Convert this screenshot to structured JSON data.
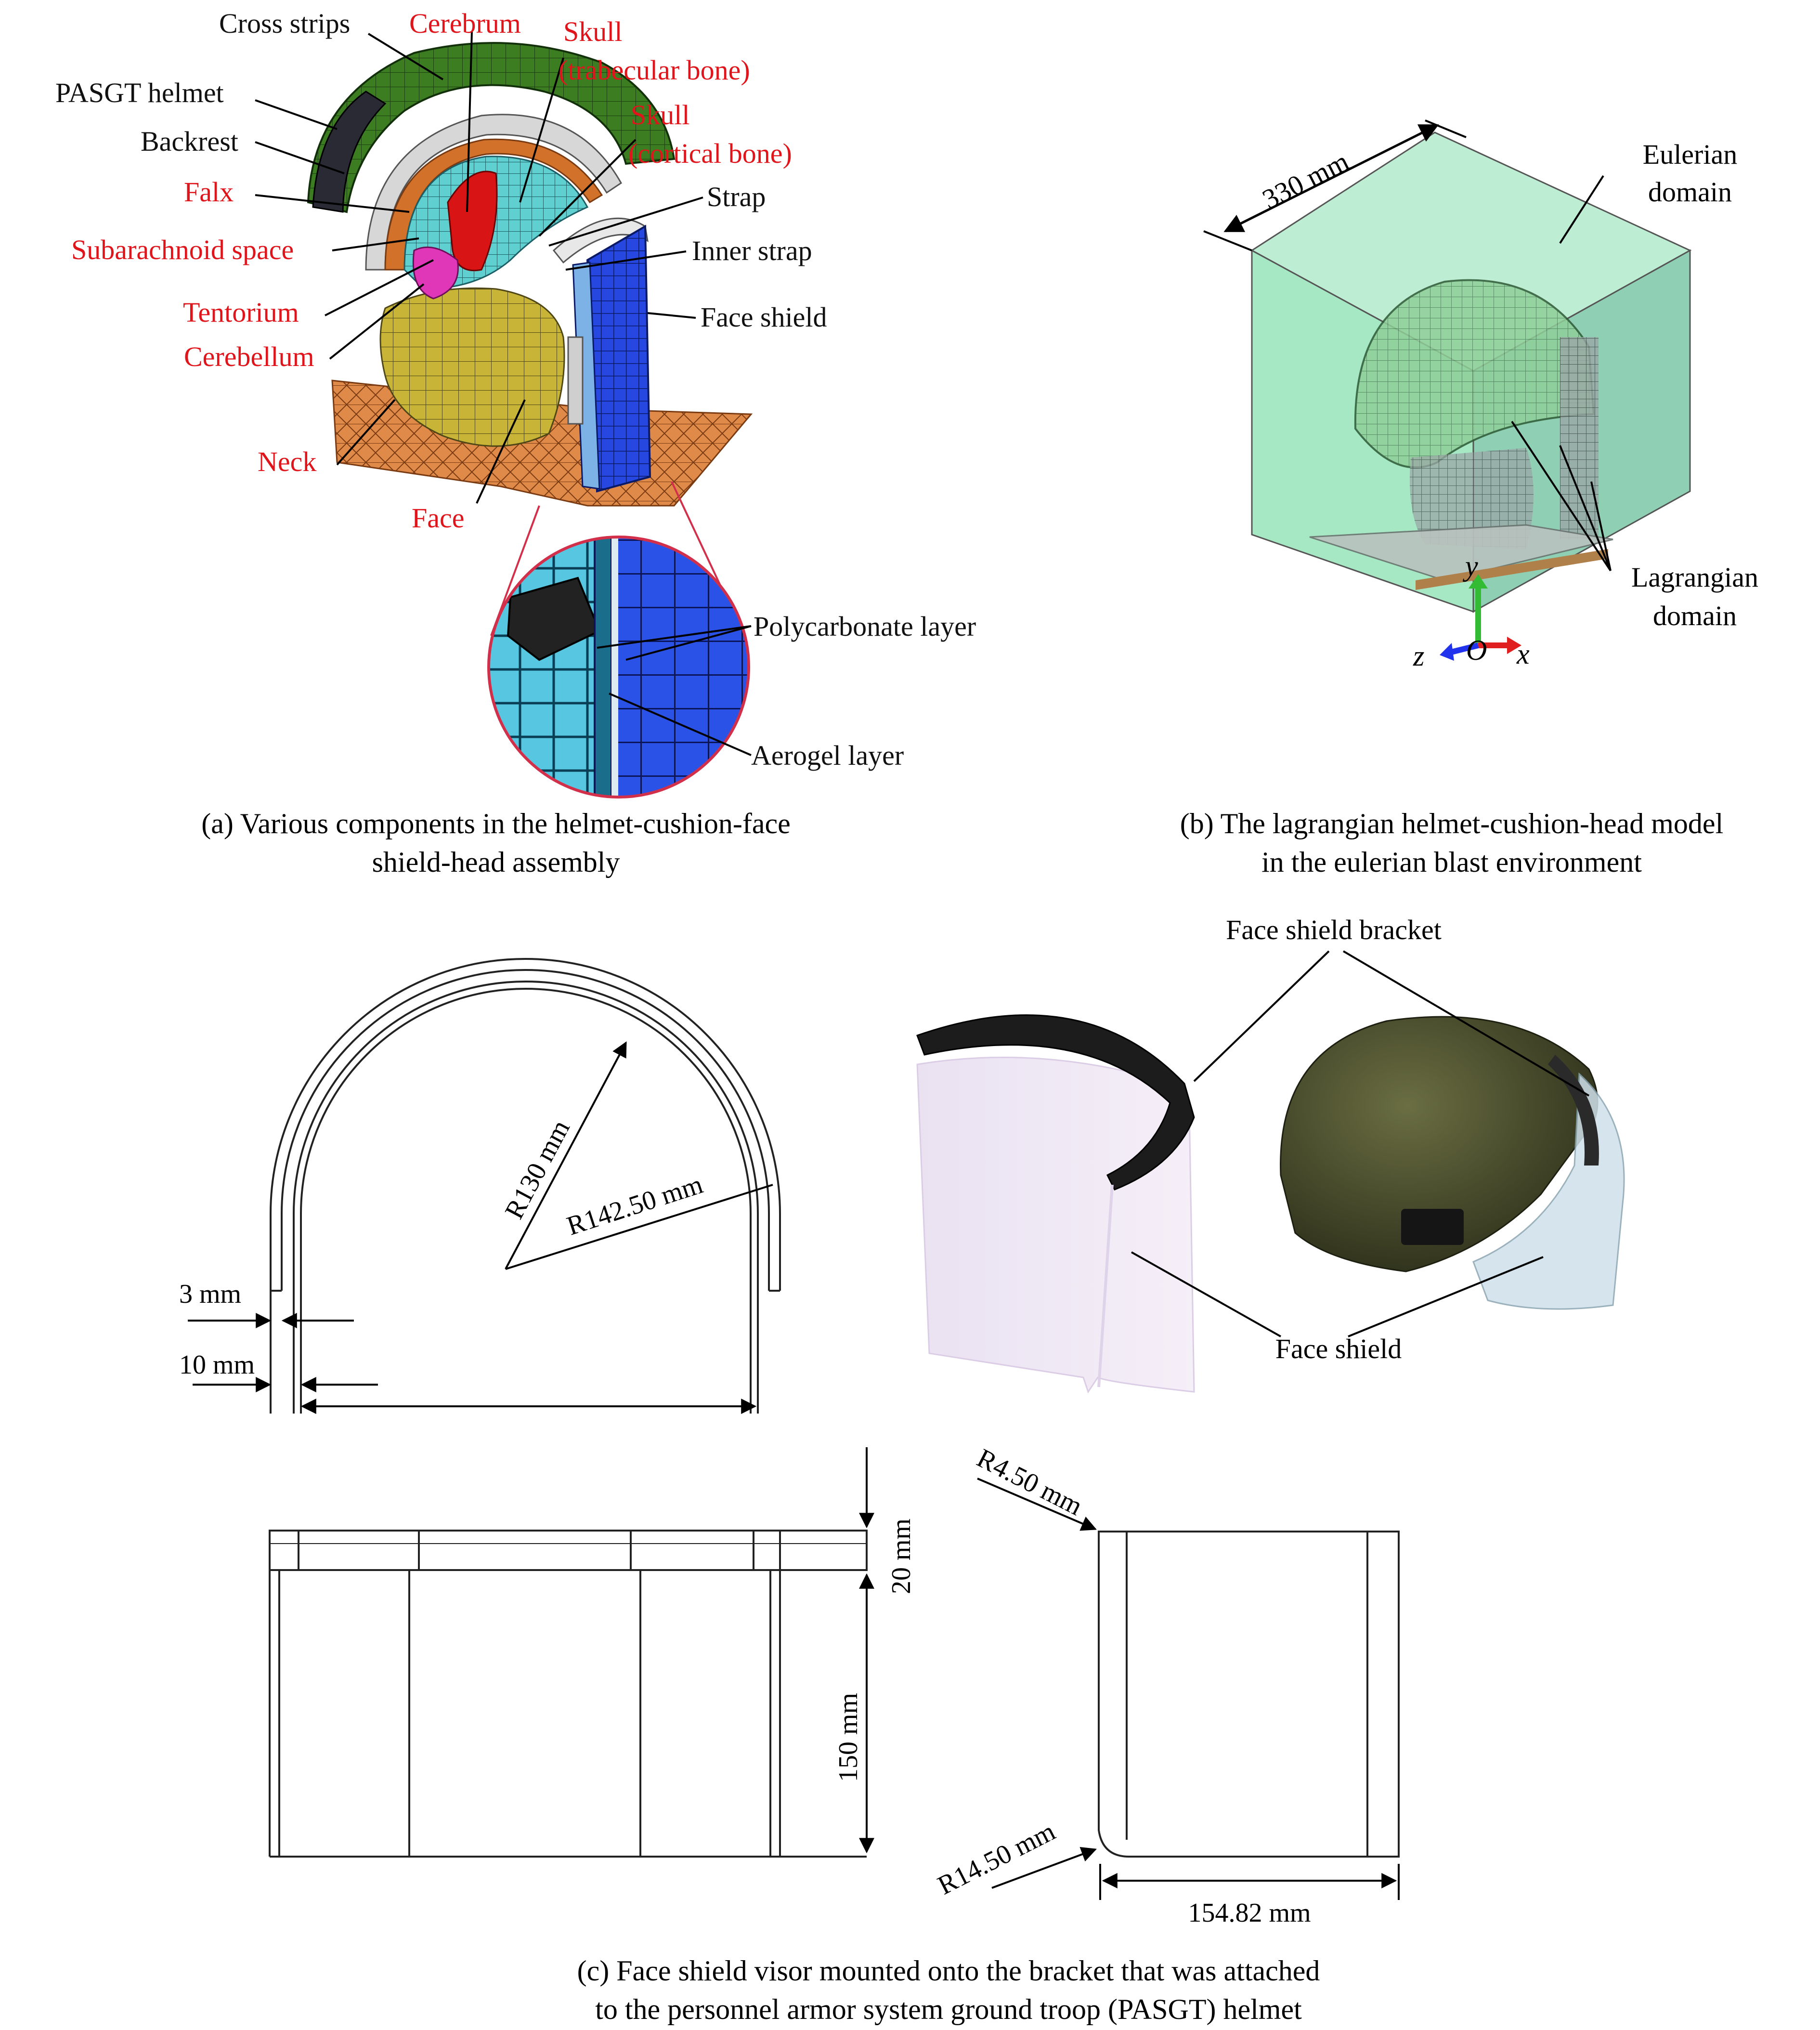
{
  "colors": {
    "anatomy_label": "#e0151b",
    "component_label": "#111111",
    "eulerian_box": "#9fe0bf",
    "helmet_green": "#2f6b1a",
    "face_mesh": "#c8b437",
    "neck_mesh": "#e08a4a",
    "shield_blue": "#2748e0",
    "bracket": "#1c1c1c",
    "real_helmet": "#4a4d2a"
  },
  "panel_a": {
    "labels": {
      "cross_strips": "Cross strips",
      "pasgt_helmet": "PASGT helmet",
      "backrest": "Backrest",
      "falx": "Falx",
      "subarachnoid": "Subarachnoid space",
      "tentorium": "Tentorium",
      "cerebellum": "Cerebellum",
      "neck": "Neck",
      "cerebrum": "Cerebrum",
      "skull_trab_1": "Skull",
      "skull_trab_2": "(trabecular bone)",
      "skull_cort_1": "Skull",
      "skull_cort_2": "(cortical bone)",
      "strap": "Strap",
      "inner_strap": "Inner strap",
      "face_shield": "Face shield",
      "face": "Face",
      "polycarbonate": "Polycarbonate layer",
      "aerogel": "Aerogel layer"
    },
    "caption_line1": "(a) Various components in the helmet-cushion-face",
    "caption_line2": "shield-head assembly"
  },
  "panel_b": {
    "dimension": "330 mm",
    "eulerian_1": "Eulerian",
    "eulerian_2": "domain",
    "lagrangian_1": "Lagrangian",
    "lagrangian_2": "domain",
    "axis_y": "y",
    "axis_z": "z",
    "axis_o": "O",
    "axis_x": "x",
    "caption_line1": "(b) The lagrangian helmet-cushion-head model",
    "caption_line2": "in the eulerian blast environment"
  },
  "panel_c": {
    "r130": "R130 mm",
    "r142": "R142.50 mm",
    "dim_3": "3 mm",
    "dim_10": "10 mm",
    "dim_20": "20 mm",
    "dim_150": "150 mm",
    "r4": "R4.50 mm",
    "r14": "R14.50 mm",
    "dim_154": "154.82 mm",
    "bracket_label": "Face shield bracket",
    "shield_label": "Face shield",
    "caption_line1": "(c) Face shield visor mounted onto the bracket that was attached",
    "caption_line2": "to the personnel armor system ground troop (PASGT) helmet"
  }
}
